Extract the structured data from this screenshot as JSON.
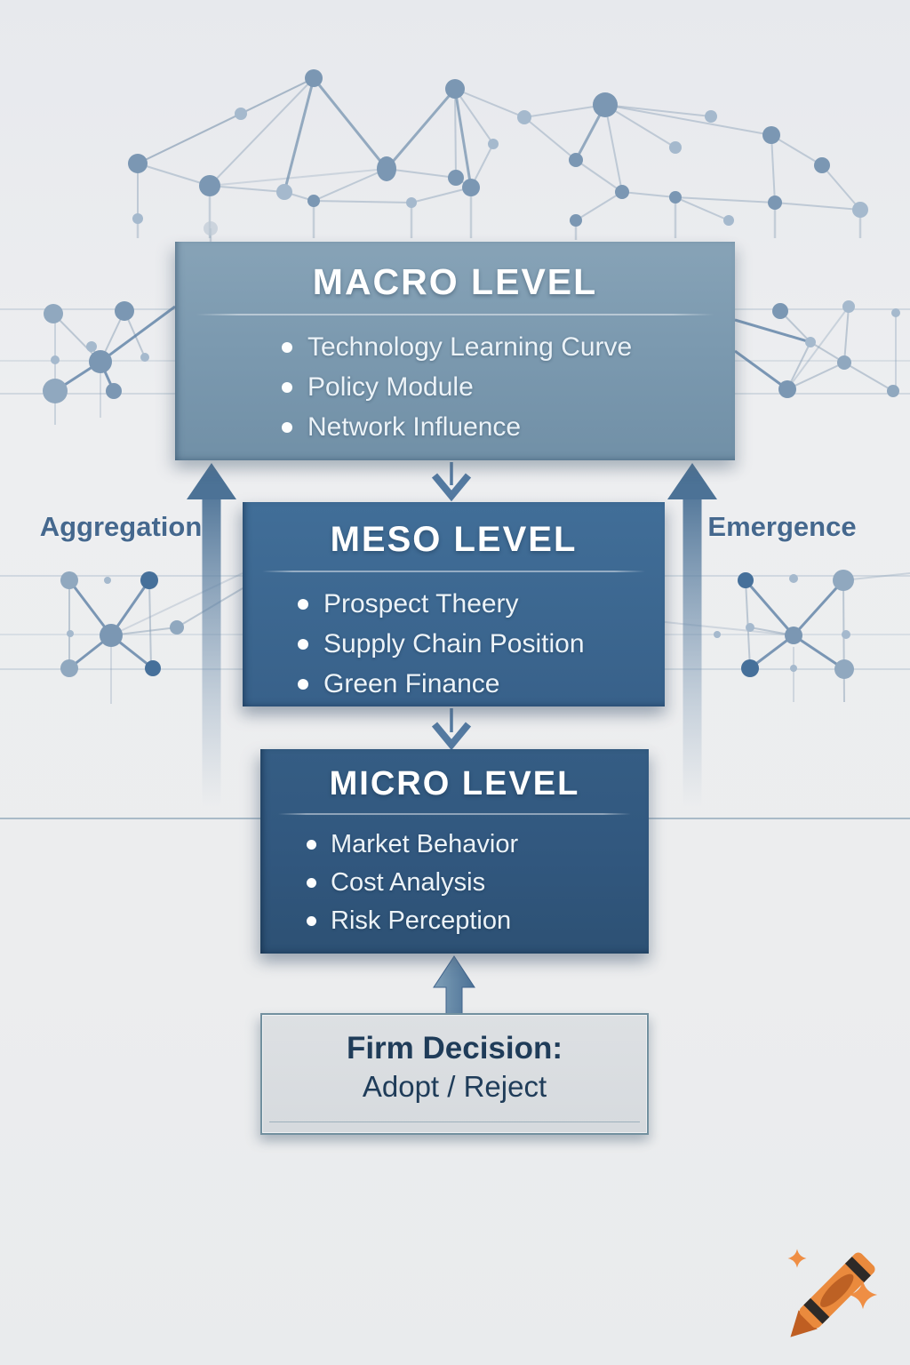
{
  "diagram": {
    "levels": [
      {
        "title": "MACRO LEVEL",
        "items": [
          "Technology Learning Curve",
          "Policy Module",
          "Network Influence"
        ],
        "color": "#7c9ab0"
      },
      {
        "title": "MESO LEVEL",
        "items": [
          "Prospect Theery",
          "Supply Chain Position",
          "Green Finance"
        ],
        "color": "#3c6790"
      },
      {
        "title": "MICRO LEVEL",
        "items": [
          "Market Behavior",
          "Cost Analysis",
          "Risk Perception"
        ],
        "color": "#31577e"
      }
    ],
    "decision": {
      "title": "Firm Decision:",
      "subtitle": "Adopt / Reject"
    },
    "labels": {
      "left": "Aggregation",
      "right": "Emergence"
    },
    "colors": {
      "arrow": "#4c7296",
      "label_text": "#45688e",
      "decision_bg": "#d9dce0",
      "decision_text": "#1f3c59",
      "network_node": "#7b97b3",
      "background": "#ecedee"
    }
  },
  "watermark": {
    "icon": "crayon-icon",
    "sparkle_icon": "sparkle-icon",
    "crayon_color": "#ea8a3d",
    "sparkle_color": "#ef8e44"
  }
}
